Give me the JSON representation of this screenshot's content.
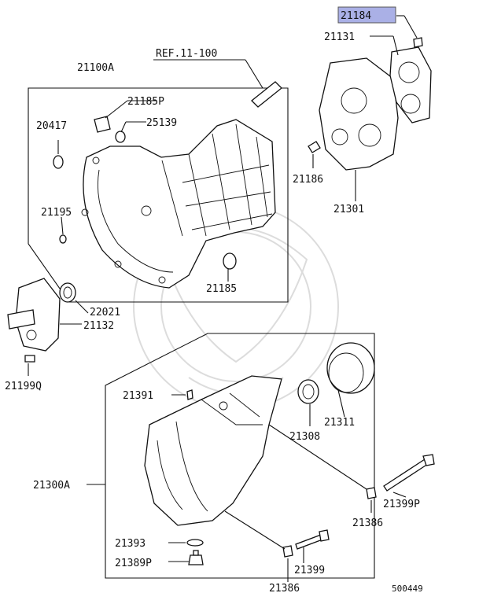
{
  "diagram_id": "500449",
  "reference_note": "REF.11-100",
  "highlight_color": "#aab0e6",
  "parts": {
    "p21184": "21184",
    "p21131": "21131",
    "p21100A": "21100A",
    "p21185P": "21185P",
    "p20417": "20417",
    "p25139": "25139",
    "p21186": "21186",
    "p21301": "21301",
    "p21195": "21195",
    "p21185": "21185",
    "p22021": "22021",
    "p21132": "21132",
    "p21199Q": "21199Q",
    "p21391": "21391",
    "p21311": "21311",
    "p21308": "21308",
    "p21300A": "21300A",
    "p21399P": "21399P",
    "p21386a": "21386",
    "p21393": "21393",
    "p21389P": "21389P",
    "p21399": "21399",
    "p21386b": "21386"
  }
}
